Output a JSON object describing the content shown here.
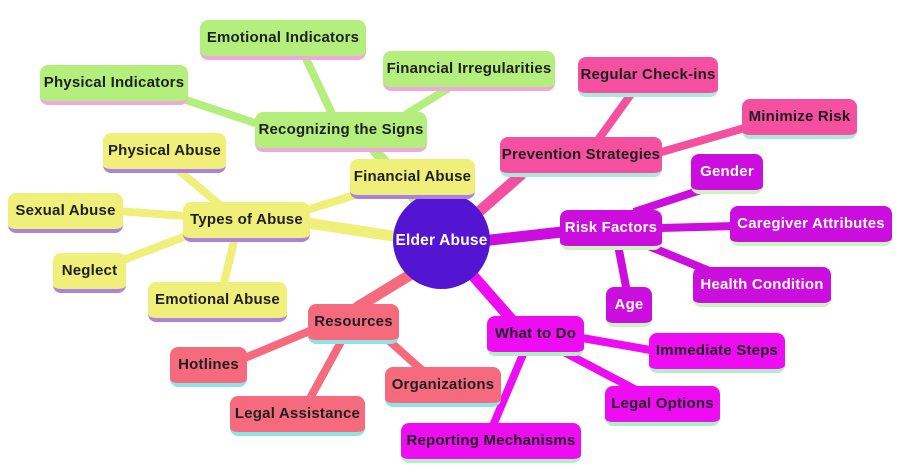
{
  "mindmap": {
    "root": {
      "label": "Elder Abuse",
      "fill": "#5315d2",
      "text_color": "#ffffff"
    },
    "branches": [
      {
        "label": "Types of Abuse",
        "fill": "#efef79",
        "edge_color": "#efef79",
        "underline_color": "#ab82de",
        "text_color": "#1f1f1f",
        "children": [
          {
            "label": "Physical Abuse"
          },
          {
            "label": "Sexual Abuse"
          },
          {
            "label": "Neglect"
          },
          {
            "label": "Emotional Abuse"
          },
          {
            "label": "Financial Abuse"
          }
        ]
      },
      {
        "label": "Recognizing the Signs",
        "fill": "#b4ef7d",
        "edge_color": "#b4ef7d",
        "underline_color": "#efa9dc",
        "text_color": "#1f1f1f",
        "children": [
          {
            "label": "Physical Indicators"
          },
          {
            "label": "Emotional Indicators"
          },
          {
            "label": "Financial Irregularities"
          }
        ]
      },
      {
        "label": "Prevention Strategies",
        "fill": "#f4509f",
        "edge_color": "#f4509f",
        "underline_color": "#a9e9db",
        "text_color": "#1f1f1f",
        "children": [
          {
            "label": "Regular Check-ins"
          },
          {
            "label": "Minimize Risk"
          }
        ]
      },
      {
        "label": "Risk Factors",
        "fill": "#cb0ddd",
        "edge_color": "#cb0ddd",
        "underline_color": "#cff3c0",
        "text_color": "#ffffff",
        "children": [
          {
            "label": "Gender"
          },
          {
            "label": "Caregiver Attributes"
          },
          {
            "label": "Health Condition"
          },
          {
            "label": "Age"
          }
        ]
      },
      {
        "label": "What to Do",
        "fill": "#ee0cf2",
        "edge_color": "#ee0cf2",
        "underline_color": "#aeefc4",
        "text_color": "#1f1f1f",
        "children": [
          {
            "label": "Immediate Steps"
          },
          {
            "label": "Legal Options"
          },
          {
            "label": "Reporting Mechanisms"
          }
        ]
      },
      {
        "label": "Resources",
        "fill": "#f56b7d",
        "edge_color": "#f56b7d",
        "underline_color": "#8fe3e5",
        "text_color": "#1f1f1f",
        "children": [
          {
            "label": "Hotlines"
          },
          {
            "label": "Legal Assistance"
          },
          {
            "label": "Organizations"
          }
        ]
      }
    ]
  }
}
